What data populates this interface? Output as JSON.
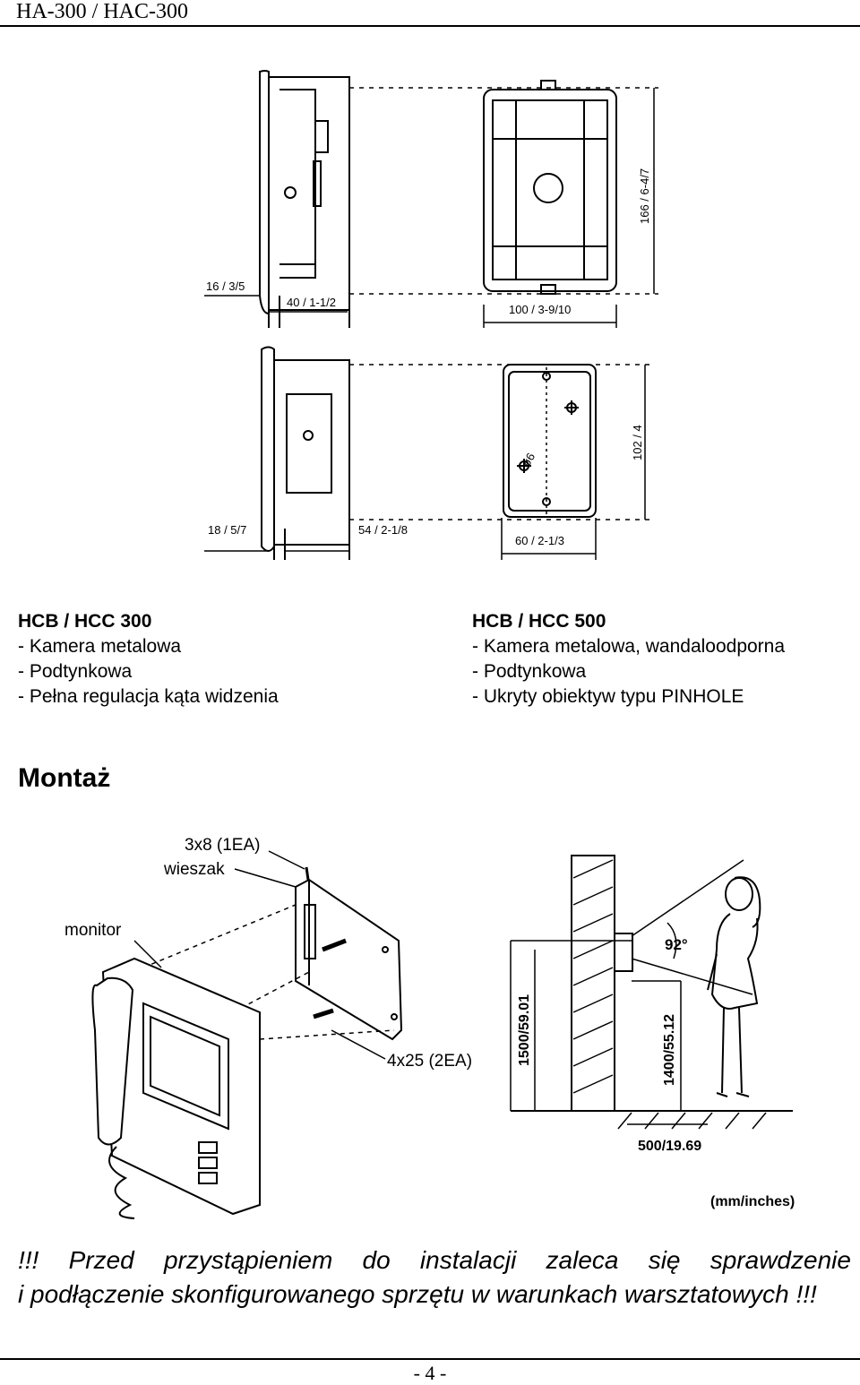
{
  "header": {
    "title": "HA-300 / HAC-300"
  },
  "dimensions": {
    "d1": "16 / 3/5",
    "d2": "40 / 1-1/2",
    "d3": "100 / 3-9/10",
    "d4": "166 / 6-4/7",
    "d5": "18 / 5/7",
    "d6": "54 / 2-1/8",
    "d7": "60 / 2-1/3",
    "d8": "102 / 4",
    "d9": "ø6"
  },
  "products": [
    {
      "title": "HCB / HCC 300",
      "lines": [
        "- Kamera metalowa",
        "- Podtynkowa",
        "- Pełna regulacja kąta widzenia"
      ]
    },
    {
      "title": "HCB / HCC 500",
      "lines": [
        "- Kamera metalowa, wandaloodporna",
        "- Podtynkowa",
        "- Ukryty obiektyw typu PINHOLE"
      ]
    }
  ],
  "section": {
    "title": "Montaż"
  },
  "mounting": {
    "screw_small": "3x8 (1EA)",
    "hanger": "wieszak",
    "monitor": "monitor",
    "screw_large": "4x25 (2EA)",
    "angle": "92°",
    "h1": "1500/59.01",
    "h2": "1400/55.12",
    "distance": "500/19.69",
    "units": "(mm/inches)"
  },
  "warning": {
    "line1_words": [
      "!!!",
      "Przed",
      "przystąpieniem",
      "do",
      "instalacji",
      "zaleca",
      "się",
      "sprawdzenie"
    ],
    "line2": "i podłączenie skonfigurowanego sprzętu w warunkach warsztatowych !!!"
  },
  "footer": {
    "page": "- 4 -"
  }
}
